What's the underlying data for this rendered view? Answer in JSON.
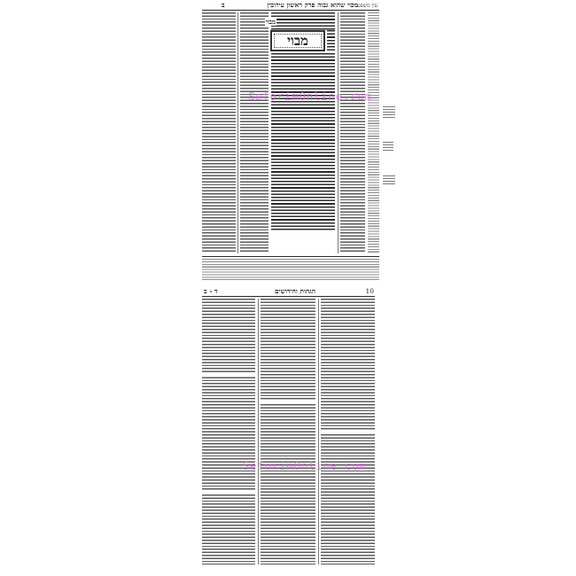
{
  "top_page": {
    "header_title": "מכוי שהוא גבוה פרק ראשון עירובין",
    "header_folio": "ב",
    "corner_label": "עין משפט",
    "title_box": "מבוי",
    "watermark": "SeforimOnline.com"
  },
  "bottom_page": {
    "header_title": "הגהות וחידושים",
    "header_folio": "ד - ב",
    "page_number": "10",
    "watermark": "SeforimOnline.com"
  },
  "colors": {
    "watermark": "#e060e8",
    "text": "#1a1a1a"
  }
}
